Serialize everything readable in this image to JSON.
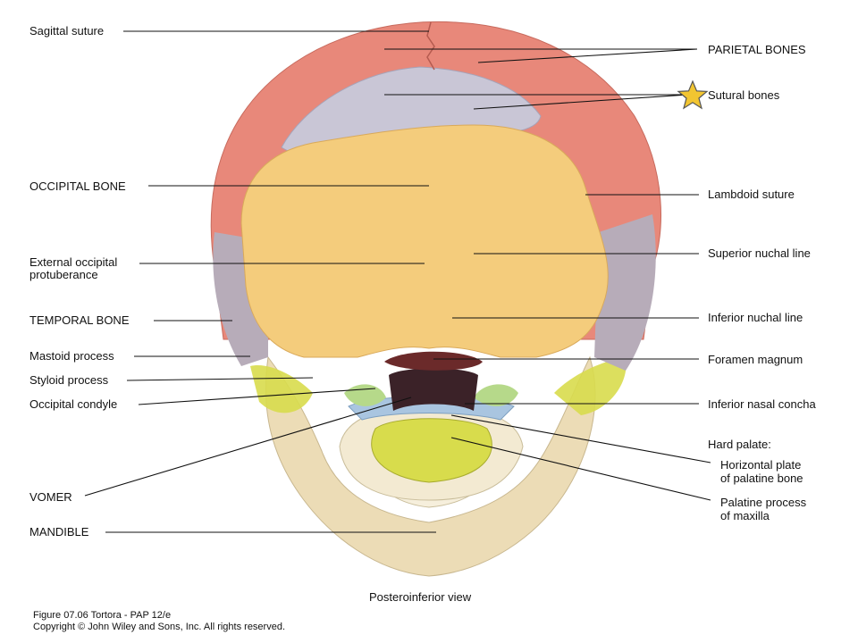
{
  "figure": {
    "view_caption": "Posteroinferior view",
    "figure_id": "Figure 07.06  Tortora - PAP 12/e",
    "copyright": "Copyright © John Wiley and Sons, Inc. All rights reserved."
  },
  "labels_left": {
    "sagittal_suture": "Sagittal suture",
    "occipital_bone": "OCCIPITAL BONE",
    "ext_occ_prot_1": "External occipital",
    "ext_occ_prot_2": "protuberance",
    "temporal_bone": "TEMPORAL BONE",
    "mastoid_process": "Mastoid process",
    "styloid_process": "Styloid process",
    "occipital_condyle": "Occipital condyle",
    "vomer": "VOMER",
    "mandible": "MANDIBLE"
  },
  "labels_right": {
    "parietal_bones": "PARIETAL BONES",
    "sutural_bones": "Sutural bones",
    "lambdoid_suture": "Lambdoid suture",
    "superior_nuchal_line": "Superior nuchal line",
    "inferior_nuchal_line": "Inferior nuchal line",
    "foramen_magnum": "Foramen magnum",
    "inferior_nasal_concha": "Inferior nasal concha",
    "hard_palate": "Hard palate:",
    "horizontal_plate_1": "Horizontal plate",
    "horizontal_plate_2": "of palatine bone",
    "palatine_process_1": "Palatine process",
    "palatine_process_2": "of maxilla"
  },
  "colors": {
    "parietal": "#e8887a",
    "sutural": "#c9c6d6",
    "occipital": "#f4cc7c",
    "temporal": "#b7acb9",
    "mandible": "#ecdcb6",
    "palate_yellow": "#d8dc4c",
    "vomer_blue": "#a9c5e0",
    "concha_green": "#b6d98a",
    "star": "#f2c531"
  },
  "icons": {
    "highlight": "star-icon"
  }
}
